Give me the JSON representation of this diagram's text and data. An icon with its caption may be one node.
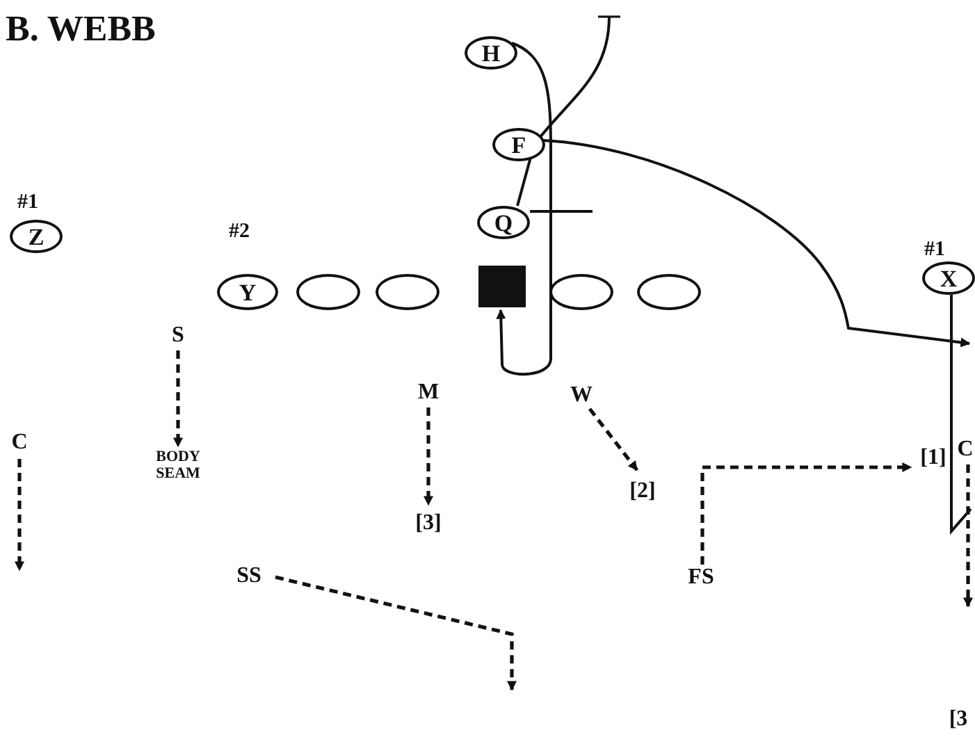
{
  "diagram": {
    "title": "B. WEBB",
    "nodes": [
      {
        "text": [
          "Z"
        ],
        "beside": [
          "#1"
        ]
      },
      {
        "text": [
          "Y"
        ],
        "beside": [
          "#2"
        ]
      },
      {
        "text": [],
        "shape": "circle"
      },
      {
        "text": [],
        "shape": "circle"
      },
      {
        "text": [],
        "shape": "box"
      },
      {
        "text": [],
        "shape": "circle"
      },
      {
        "text": [],
        "shape": "circle"
      },
      {
        "text": [
          "H"
        ]
      },
      {
        "text": [
          "F"
        ]
      },
      {
        "text": [
          "Q"
        ]
      },
      {
        "text": [
          "X"
        ],
        "beside": [
          "#1"
        ]
      },
      {
        "text": [
          "S"
        ]
      },
      {
        "text": [
          "BODY SEAM"
        ]
      },
      {
        "text": [
          "M"
        ]
      },
      {
        "text": [
          "[3]"
        ]
      },
      {
        "text": [
          "W"
        ]
      },
      {
        "text": [
          "[2]"
        ]
      },
      {
        "text": [
          "C"
        ]
      },
      {
        "text": [
          "SS"
        ]
      },
      {
        "text": [
          "FS"
        ]
      },
      {
        "text": [
          "[1]"
        ]
      },
      {
        "text": [
          "C"
        ]
      },
      {
        "text": [
          "[3"
        ]
      }
    ],
    "edges": [
      {
        "from": 7,
        "to": 4,
        "arrow": "to"
      },
      {
        "from": 8,
        "to": null,
        "arrow": "to"
      },
      {
        "from": 9,
        "to": null,
        "arrow": "other"
      },
      {
        "from": 9,
        "to": null,
        "arrow": "none"
      },
      {
        "from": 10,
        "to": null,
        "arrow": "none"
      },
      {
        "from": 11,
        "to": 12,
        "arrow": "to",
        "style": "dashed"
      },
      {
        "from": 13,
        "to": 14,
        "arrow": "to",
        "style": "dashed"
      },
      {
        "from": 15,
        "to": 16,
        "arrow": "to",
        "style": "dashed"
      },
      {
        "from": 17,
        "to": null,
        "arrow": "to",
        "style": "dashed"
      },
      {
        "from": 18,
        "to": null,
        "arrow": "to",
        "style": "dashed"
      },
      {
        "from": 19,
        "to": 20,
        "arrow": "to",
        "style": "dashed"
      },
      {
        "from": 21,
        "to": null,
        "arrow": "to",
        "style": "dashed"
      }
    ]
  }
}
